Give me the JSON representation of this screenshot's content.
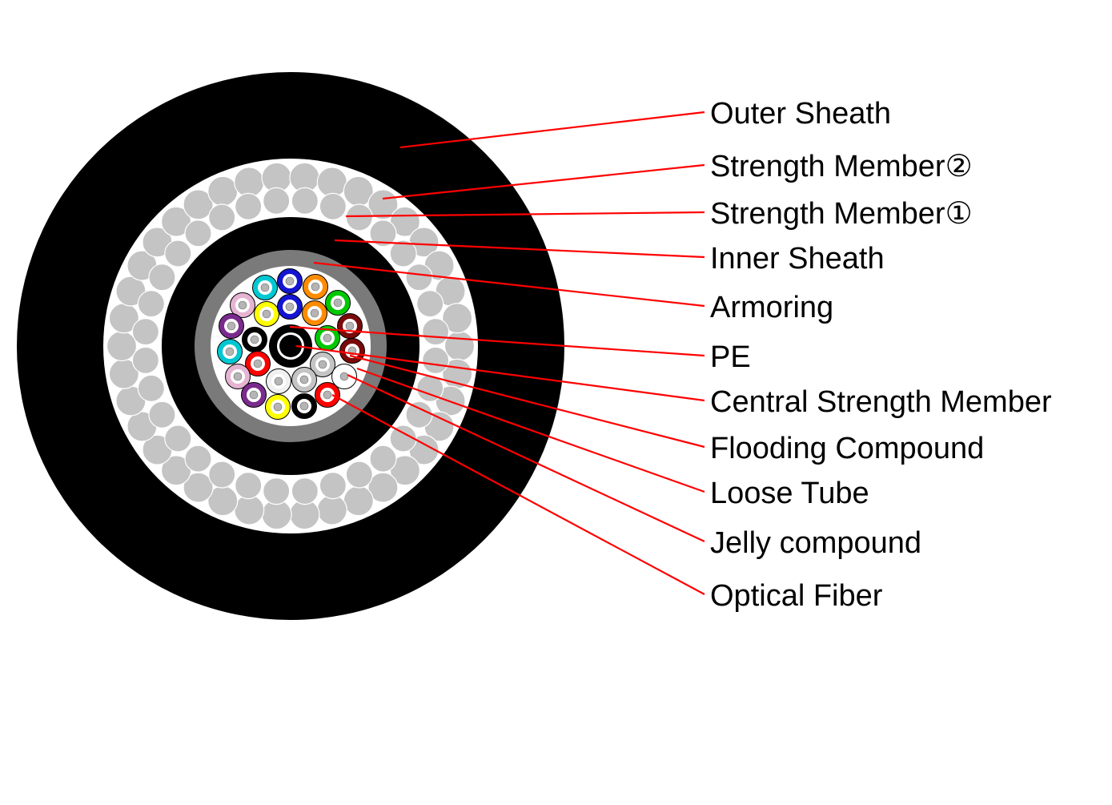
{
  "labels": [
    {
      "key": "outer_sheath",
      "text": "Outer Sheath"
    },
    {
      "key": "strength_member_2",
      "text": "Strength Member②"
    },
    {
      "key": "strength_member_1",
      "text": "Strength Member①"
    },
    {
      "key": "inner_sheath",
      "text": "Inner Sheath"
    },
    {
      "key": "armoring",
      "text": "Armoring"
    },
    {
      "key": "pe",
      "text": "PE"
    },
    {
      "key": "central_strength_member",
      "text": "Central Strength Member"
    },
    {
      "key": "flooding_compound",
      "text": "Flooding Compound"
    },
    {
      "key": "loose_tube",
      "text": "Loose Tube"
    },
    {
      "key": "jelly_compound",
      "text": "Jelly compound"
    },
    {
      "key": "optical_fiber",
      "text": "Optical Fiber"
    }
  ],
  "colors": {
    "background": "#ffffff",
    "sheath": "#000000",
    "strength_ring": "#ffffff",
    "strand": "#c4c4c4",
    "armoring": "#7a7a7a",
    "core_fill": "#ffffff",
    "leader_line": "#ff0000",
    "label_text": "#000000"
  },
  "loose_tube_colors": [
    "#00c8d2",
    "#1414d2",
    "#ff8c00",
    "#e6b4d2",
    "#ffff00",
    "#1414d2",
    "#ff8c00",
    "#00c800",
    "#7a2a8c",
    "#000000",
    "#00c800",
    "#7a0a0a",
    "#00c8d2",
    "#ff0000",
    "#c4c4c4",
    "#7a0a0a",
    "#e6b4d2",
    "#f0f0f0",
    "#c4c4c4",
    "#ffffff",
    "#7a2a8c",
    "#ffff00",
    "#000000",
    "#ff0000"
  ]
}
